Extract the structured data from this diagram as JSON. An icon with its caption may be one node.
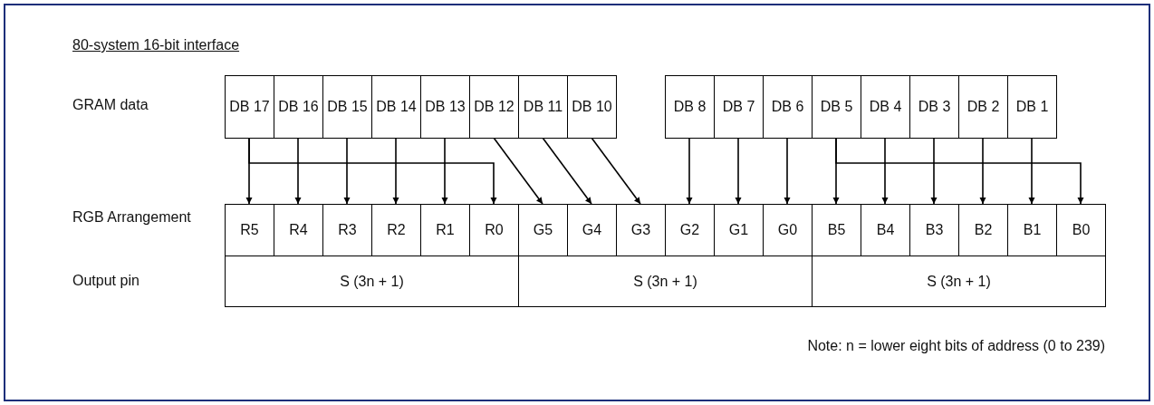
{
  "diagram": {
    "title": "80-system 16-bit interface",
    "nodes": [
      {
        "text": [
          "DB 17"
        ]
      },
      {
        "text": [
          "DB 16"
        ]
      },
      {
        "text": [
          "DB 15"
        ]
      },
      {
        "text": [
          "DB 14"
        ]
      },
      {
        "text": [
          "DB 13"
        ]
      },
      {
        "text": [
          "DB 12"
        ]
      },
      {
        "text": [
          "DB 11"
        ]
      },
      {
        "text": [
          "DB 10"
        ]
      },
      {
        "text": [
          "DB 8"
        ]
      },
      {
        "text": [
          "DB 7"
        ]
      },
      {
        "text": [
          "DB 6"
        ]
      },
      {
        "text": [
          "DB 5"
        ]
      },
      {
        "text": [
          "DB 4"
        ]
      },
      {
        "text": [
          "DB 3"
        ]
      },
      {
        "text": [
          "DB 2"
        ]
      },
      {
        "text": [
          "DB 1"
        ]
      },
      {
        "text": [
          "R5"
        ]
      },
      {
        "text": [
          "R4"
        ]
      },
      {
        "text": [
          "R3"
        ]
      },
      {
        "text": [
          "R2"
        ]
      },
      {
        "text": [
          "R1"
        ]
      },
      {
        "text": [
          "R0"
        ]
      },
      {
        "text": [
          "G5"
        ]
      },
      {
        "text": [
          "G4"
        ]
      },
      {
        "text": [
          "G3"
        ]
      },
      {
        "text": [
          "G2"
        ]
      },
      {
        "text": [
          "G1"
        ]
      },
      {
        "text": [
          "G0"
        ]
      },
      {
        "text": [
          "B5"
        ]
      },
      {
        "text": [
          "B4"
        ]
      },
      {
        "text": [
          "B3"
        ]
      },
      {
        "text": [
          "B2"
        ]
      },
      {
        "text": [
          "B1"
        ]
      },
      {
        "text": [
          "B0"
        ]
      },
      {
        "text": [
          "S (3n + 1)"
        ]
      },
      {
        "text": [
          "S (3n + 1)"
        ]
      },
      {
        "text": [
          "S (3n + 1)"
        ]
      }
    ],
    "edges": [
      {
        "from": 0,
        "to": 16,
        "arrow": "to"
      },
      {
        "from": 0,
        "to": 21,
        "arrow": "to"
      },
      {
        "from": 1,
        "to": 17,
        "arrow": "to"
      },
      {
        "from": 2,
        "to": 18,
        "arrow": "to"
      },
      {
        "from": 3,
        "to": 19,
        "arrow": "to"
      },
      {
        "from": 4,
        "to": 20,
        "arrow": "to"
      },
      {
        "from": 5,
        "to": 22,
        "arrow": "to"
      },
      {
        "from": 6,
        "to": 23,
        "arrow": "to"
      },
      {
        "from": 7,
        "to": 24,
        "arrow": "to"
      },
      {
        "from": 8,
        "to": 25,
        "arrow": "to"
      },
      {
        "from": 9,
        "to": 26,
        "arrow": "to"
      },
      {
        "from": 10,
        "to": 27,
        "arrow": "to"
      },
      {
        "from": 11,
        "to": 28,
        "arrow": "to"
      },
      {
        "from": 11,
        "to": 33,
        "arrow": "to"
      },
      {
        "from": 12,
        "to": 29,
        "arrow": "to"
      },
      {
        "from": 13,
        "to": 30,
        "arrow": "to"
      },
      {
        "from": 14,
        "to": 31,
        "arrow": "to"
      },
      {
        "from": 15,
        "to": 32,
        "arrow": "to"
      }
    ],
    "labels": [
      "GRAM data",
      "RGB Arrangement",
      "Output pin",
      "Note: n = lower eight bits of address (0 to 239)"
    ]
  }
}
